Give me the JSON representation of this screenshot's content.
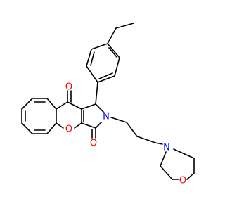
{
  "atoms": {
    "ketone_o": {
      "symbol": "O",
      "color": "#ff0000"
    },
    "ring_o": {
      "symbol": "O",
      "color": "#ff0000"
    },
    "amide_o": {
      "symbol": "O",
      "color": "#ff0000"
    },
    "amide_n": {
      "symbol": "N",
      "color": "#0000ff"
    },
    "morph_n": {
      "symbol": "N",
      "color": "#0000ff"
    },
    "morph_o": {
      "symbol": "O",
      "color": "#ff0000"
    }
  }
}
